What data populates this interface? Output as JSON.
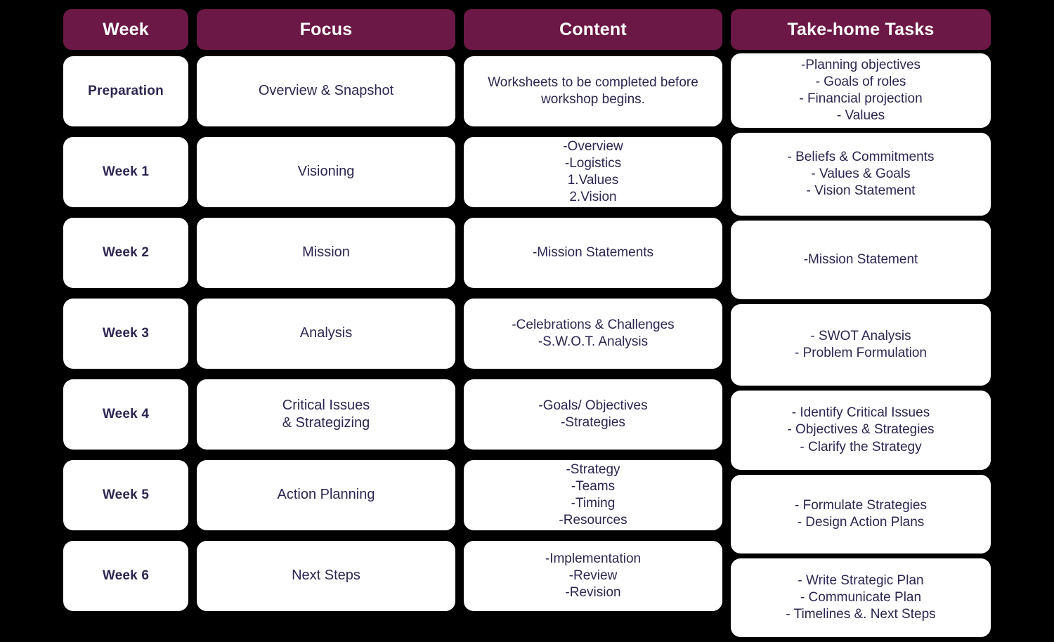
{
  "colors": {
    "page_background": "#000000",
    "header_background": "#6B1846",
    "header_text": "#FFFFFF",
    "cell_background": "#FFFFFF",
    "cell_text": "#2E2550"
  },
  "table": {
    "columns": [
      {
        "key": "week",
        "label": "Week"
      },
      {
        "key": "focus",
        "label": "Focus"
      },
      {
        "key": "content",
        "label": "Content"
      },
      {
        "key": "tasks",
        "label": "Take-home Tasks"
      }
    ],
    "rows": [
      {
        "week": "Preparation",
        "focus": [
          "Overview & Snapshot"
        ],
        "content": [
          "Worksheets to be completed before",
          "workshop begins."
        ],
        "tasks": [
          "-Planning objectives",
          "- Goals of roles",
          "- Financial projection",
          "- Values"
        ]
      },
      {
        "week": "Week 1",
        "focus": [
          "Visioning"
        ],
        "content": [
          "-Overview",
          "-Logistics",
          "1.Values",
          "2.Vision"
        ],
        "tasks": [
          "- Beliefs & Commitments",
          "- Values & Goals",
          "- Vision Statement"
        ]
      },
      {
        "week": "Week 2",
        "focus": [
          "Mission"
        ],
        "content": [
          "-Mission Statements"
        ],
        "tasks": [
          "-Mission Statement"
        ]
      },
      {
        "week": "Week 3",
        "focus": [
          "Analysis"
        ],
        "content": [
          "-Celebrations & Challenges",
          "-S.W.O.T. Analysis"
        ],
        "tasks": [
          "- SWOT Analysis",
          "- Problem Formulation"
        ]
      },
      {
        "week": "Week 4",
        "focus": [
          "Critical Issues",
          "& Strategizing"
        ],
        "content": [
          "-Goals/ Objectives",
          "-Strategies"
        ],
        "tasks": [
          "- Identify Critical Issues",
          "- Objectives & Strategies",
          "- Clarify the Strategy"
        ]
      },
      {
        "week": "Week 5",
        "focus": [
          "Action Planning"
        ],
        "content": [
          "-Strategy",
          "-Teams",
          "-Timing",
          "-Resources"
        ],
        "tasks": [
          "- Formulate Strategies",
          "- Design Action Plans"
        ]
      },
      {
        "week": "Week 6",
        "focus": [
          "Next Steps"
        ],
        "content": [
          "-Implementation",
          "-Review",
          "-Revision"
        ],
        "tasks": [
          "- Write Strategic Plan",
          "- Communicate Plan",
          "- Timelines &. Next Steps"
        ]
      }
    ]
  }
}
